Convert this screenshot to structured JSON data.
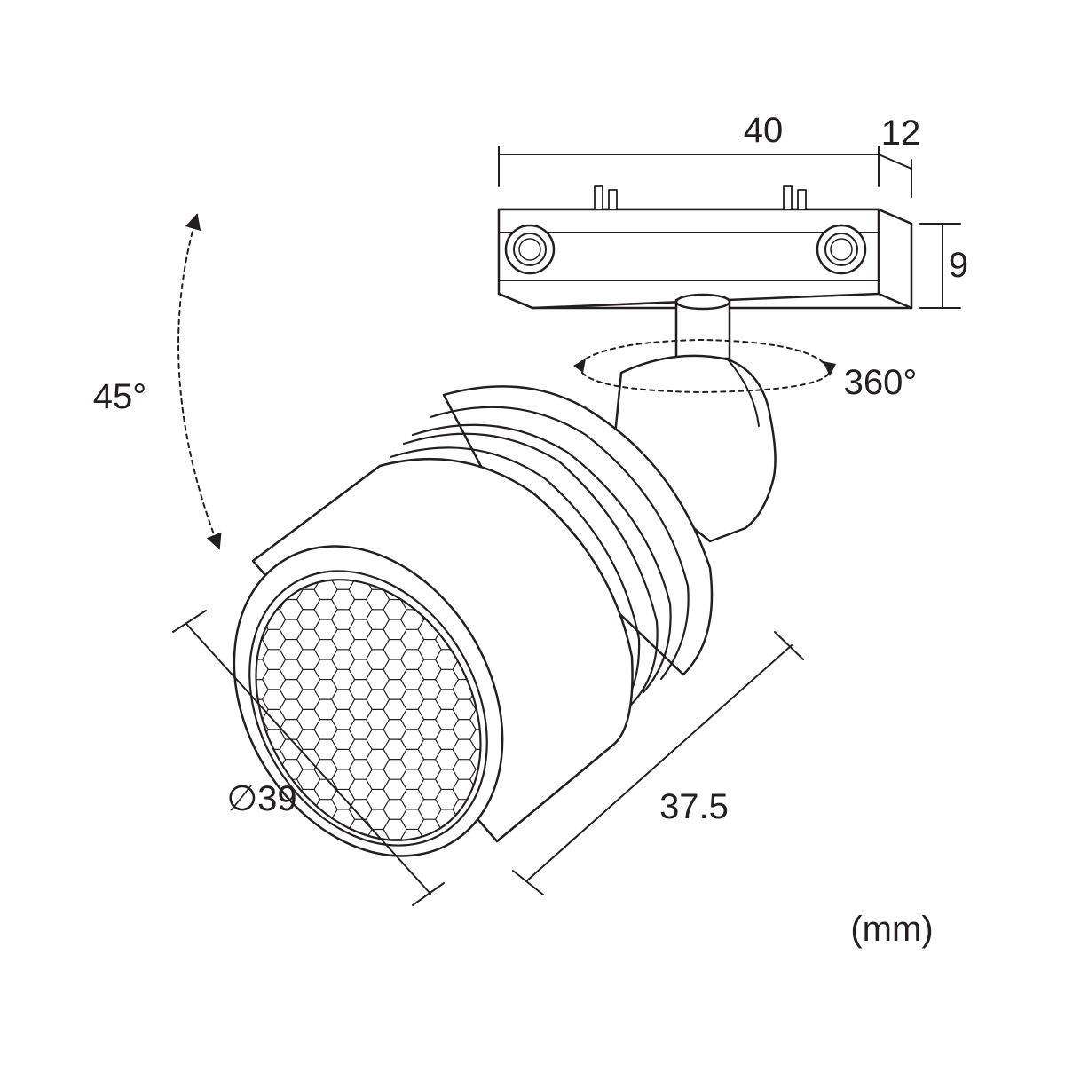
{
  "dimensions": {
    "length": "40",
    "depth": "12",
    "height": "9",
    "tilt_angle": "45°",
    "rotation_angle": "360°",
    "diameter": "∅39",
    "body_length": "37.5"
  },
  "unit": "(mm)"
}
